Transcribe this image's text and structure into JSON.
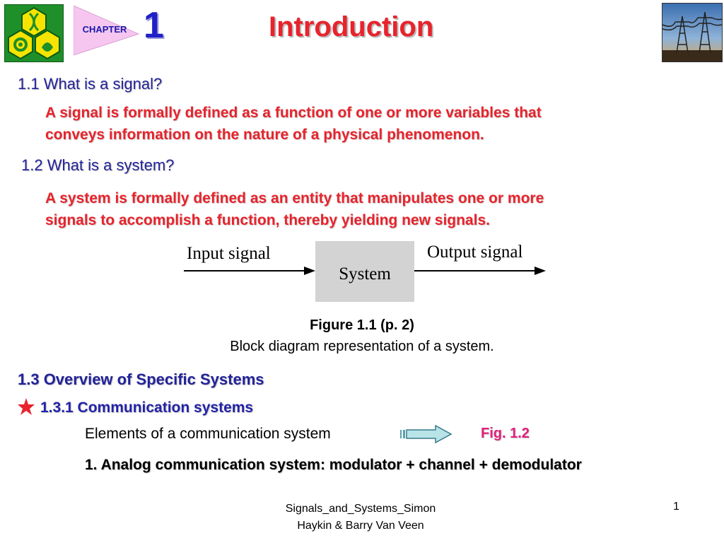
{
  "header": {
    "chapter_label": "CHAPTER",
    "chapter_number": "1",
    "title": "Introduction",
    "logo_icon": "university-emblem-icon",
    "photo_icon": "power-lines-photo"
  },
  "section_1_1": {
    "heading": "1.1 What is a signal?",
    "definition_lines": [
      "A signal is formally defined as a function of one or more variables that",
      "conveys information on the nature of a physical phenomenon."
    ]
  },
  "section_1_2": {
    "heading": "1.2 What is a system?",
    "definition_lines": [
      "A system is formally defined as an entity that manipulates one or more",
      "signals to accomplish a function, thereby yielding new signals."
    ]
  },
  "figure": {
    "input_label": "Input signal",
    "system_label": "System",
    "output_label": "Output signal",
    "caption_title": "Figure 1.1  (p. 2)",
    "caption_text": "Block diagram representation of a system."
  },
  "section_1_3": {
    "heading": "1.3 Overview of Specific Systems",
    "subheading": "1.3.1 Communication systems",
    "star_icon": "star-icon",
    "elements_text": "Elements of a communication system",
    "arrow_icon": "arrow-right-icon",
    "figure_ref": "Fig. 1.2",
    "analog_text": "1. Analog communication system: modulator + channel + demodulator"
  },
  "footer": {
    "source_lines": [
      "Signals_and_Systems_Simon",
      "Haykin & Barry Van Veen"
    ],
    "page_number": "1"
  },
  "colors": {
    "title_red": "#e8232c",
    "heading_blue": "#23239a",
    "figure_ref_pink": "#e0207a",
    "logo_green": "#1f8f2a",
    "system_box_gray": "#d3d3d3"
  }
}
